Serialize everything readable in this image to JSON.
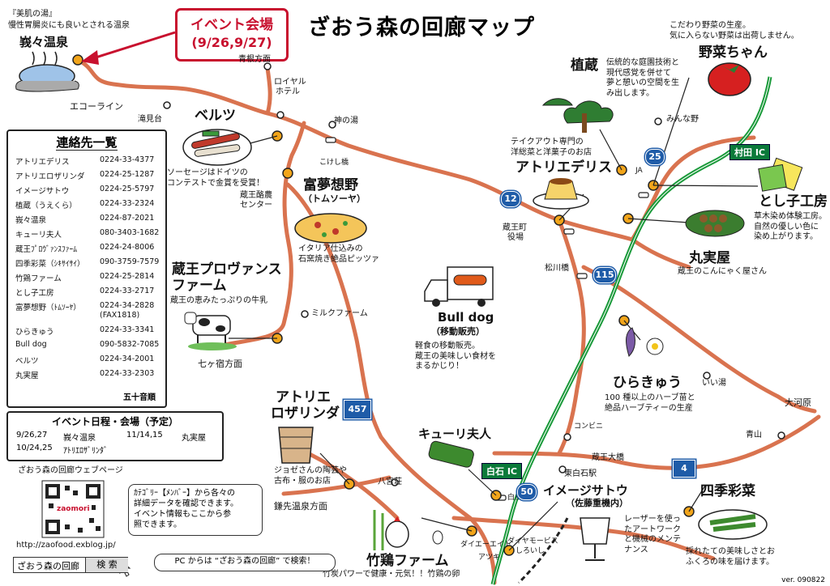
{
  "title": "ざおう森の回廊マップ",
  "event_callout": {
    "line1": "イベント会場",
    "line2": "(9/26,9/27)"
  },
  "onsen": {
    "tagline1": "『美肌の湯』",
    "tagline2": "慢性胃腸炎にも良いとされる温泉",
    "name": "峩々温泉"
  },
  "places": {
    "beltz": {
      "name": "ベルツ",
      "desc": [
        "ソーセージはドイツの",
        "コンテストで金賞を受賞！"
      ]
    },
    "tomsawyer": {
      "name": "富夢想野",
      "sub": "（トムソーヤ）",
      "desc": [
        "イタリア仕込みの",
        "石窯焼き絶品ピッツァ"
      ]
    },
    "provence": {
      "name1": "蔵王プロヴァンス",
      "name2": "ファーム",
      "desc": [
        "蔵王の恵みたっぷりの牛乳"
      ]
    },
    "erides": {
      "name": "アトリエデリス",
      "desc": [
        "テイクアウト専門の",
        "洋総菜と洋菓子のお店"
      ]
    },
    "uekura": {
      "name": "植蔵",
      "desc": [
        "伝統的な庭園技術と",
        "現代感覚を併せて",
        "夢と憩いの空間を生",
        "み出します。"
      ]
    },
    "yasaichan": {
      "name": "野菜ちゃん",
      "desc": [
        "こだわり野菜の生産。",
        "気に入らない野菜は出荷しません。"
      ]
    },
    "toshiko": {
      "name": "とし子工房",
      "desc": [
        "草木染め体験工房。",
        "自然の優しい色に",
        "染め上がります。"
      ]
    },
    "marumiya": {
      "name": "丸実屋",
      "desc": [
        "蔵王のこんにゃく屋さん"
      ]
    },
    "bulldog": {
      "name": "Bull dog",
      "sub": "（移動販売）",
      "desc": [
        "軽食の移動販売。",
        "蔵王の美味しい食材を",
        "まるかじり！"
      ]
    },
    "hirakyu": {
      "name": "ひらきゅう",
      "desc": [
        "100 種以上のハーブ苗と",
        "絶品ハーブティーの生産"
      ]
    },
    "rosalinda": {
      "name1": "アトリエ",
      "name2": "ロザリンダ",
      "desc": [
        "ジョゼさんの陶芸や",
        "古布・服のお店"
      ]
    },
    "curie": {
      "name": "キューリ夫人"
    },
    "image_sato": {
      "name": "イメージサトウ",
      "sub": "（佐藤重機内）",
      "desc": [
        "レーザーを使っ",
        "たアートワーク",
        "と機械のメンテ",
        "ナンス"
      ]
    },
    "chikukei": {
      "name": "竹鶏ファーム",
      "desc": [
        "竹炭パワーで健康・元気！！竹鶏の卵"
      ]
    },
    "shikisai": {
      "name": "四季彩菜",
      "desc": [
        "採れたての美味しさとお",
        "ふくろの味を届けます。"
      ]
    }
  },
  "map_labels": {
    "aone": "青根方面",
    "royal1": "ロイヤル",
    "royal2": "ホテル",
    "ecoline": "エコーライン",
    "takimi": "滝見台",
    "kaminoyu": "神の湯",
    "kokeshi": "こけし橋",
    "rakuno1": "蔵王酪農",
    "rakuno2": "センター",
    "milk": "ミルクファーム",
    "nanakashuku": "七ヶ宿方面",
    "minnano": "みんな野",
    "ja": "JA",
    "yakuba1": "蔵王町",
    "yakuba2": "役場",
    "matsukawa": "松川橋",
    "iiyu": "いい湯",
    "ogawara": "大河原",
    "aoyama": "青山",
    "konbini": "コンビニ",
    "zaodaimon": "蔵王大橋",
    "higashishiroishi": "東白石駅",
    "shiratori": "白鳥橋",
    "hachimanso": "八宮荘",
    "kamasaki": "鎌先温泉方面",
    "daiei": "ダイエーエイト",
    "ace": "アツキ",
    "gasstation1": "ダイヤモービス",
    "gasstation2": "しろいし"
  },
  "road_signs": {
    "murata_ic": "村田 IC",
    "shiroishi_ic": "白石 IC",
    "r4": "4",
    "r12": "12",
    "r25": "25",
    "r115": "115",
    "r50": "50",
    "r457": "457"
  },
  "contacts": {
    "heading": "連絡先一覧",
    "rows": [
      {
        "name": "アトリエデリス",
        "tel": "0224-33-4377"
      },
      {
        "name": "アトリエロザリンダ",
        "tel": "0224-25-1287"
      },
      {
        "name": "イメージサトウ",
        "tel": "0224-25-5797"
      },
      {
        "name": "植蔵（うえくら）",
        "tel": "0224-33-2324"
      },
      {
        "name": "峩々温泉",
        "tel": "0224-87-2021"
      },
      {
        "name": "キューリ夫人",
        "tel": "080-3403-1682"
      },
      {
        "name": "蔵王ﾌﾟﾛｳﾞｧﾝｽﾌｧｰﾑ",
        "tel": "0224-24-8006"
      },
      {
        "name": "四季彩菜（ｼｷｻｲｻｲ）",
        "tel": "090-3759-7579"
      },
      {
        "name": "竹鶏ファーム",
        "tel": "0224-25-2814"
      },
      {
        "name": "とし子工房",
        "tel": "0224-33-2717"
      },
      {
        "name": "富夢想野（ﾄﾑｿｰﾔ）",
        "tel": "0224-34-2828"
      },
      {
        "name": "",
        "tel": "(FAX1818)"
      },
      {
        "name": "ひらきゅう",
        "tel": "0224-33-3341"
      },
      {
        "name": "Bull dog",
        "tel": "090-5832-7085"
      },
      {
        "name": "ベルツ",
        "tel": "0224-34-2001"
      },
      {
        "name": "丸実屋",
        "tel": "0224-33-2303"
      }
    ],
    "footer": "五十音順"
  },
  "events": {
    "heading": "イベント日程・会場（予定）",
    "rows": [
      {
        "date": "9/26,27",
        "place": "峩々温泉",
        "date2": "11/14,15",
        "place2": "丸実屋"
      },
      {
        "date": "10/24,25",
        "place": "ｱﾄﾘｴﾛｻﾞﾘﾝﾀﾞ",
        "date2": "",
        "place2": ""
      }
    ]
  },
  "web": {
    "heading": "ざおう森の回廊ウェブページ",
    "qr_text": "zaomori",
    "url": "http://zaofood.exblog.jp/",
    "bubble": [
      "ｶﾃｺﾞﾘｰ【ﾒﾝﾊﾞｰ】から各々の",
      "詳細データを確認できます。",
      "イベント情報もここから参",
      "照できます。"
    ],
    "search_query": "ざおう森の回廊",
    "search_button": "検 索",
    "pc_hint": "PC からは “ざおう森の回廊” で検索！"
  },
  "version": "ver. 090822",
  "colors": {
    "road": "#d9734f",
    "highway": "#1a9a3a",
    "accent": "#c8102e",
    "shield": "#1f5ca8",
    "poi": "#f2a51a"
  }
}
